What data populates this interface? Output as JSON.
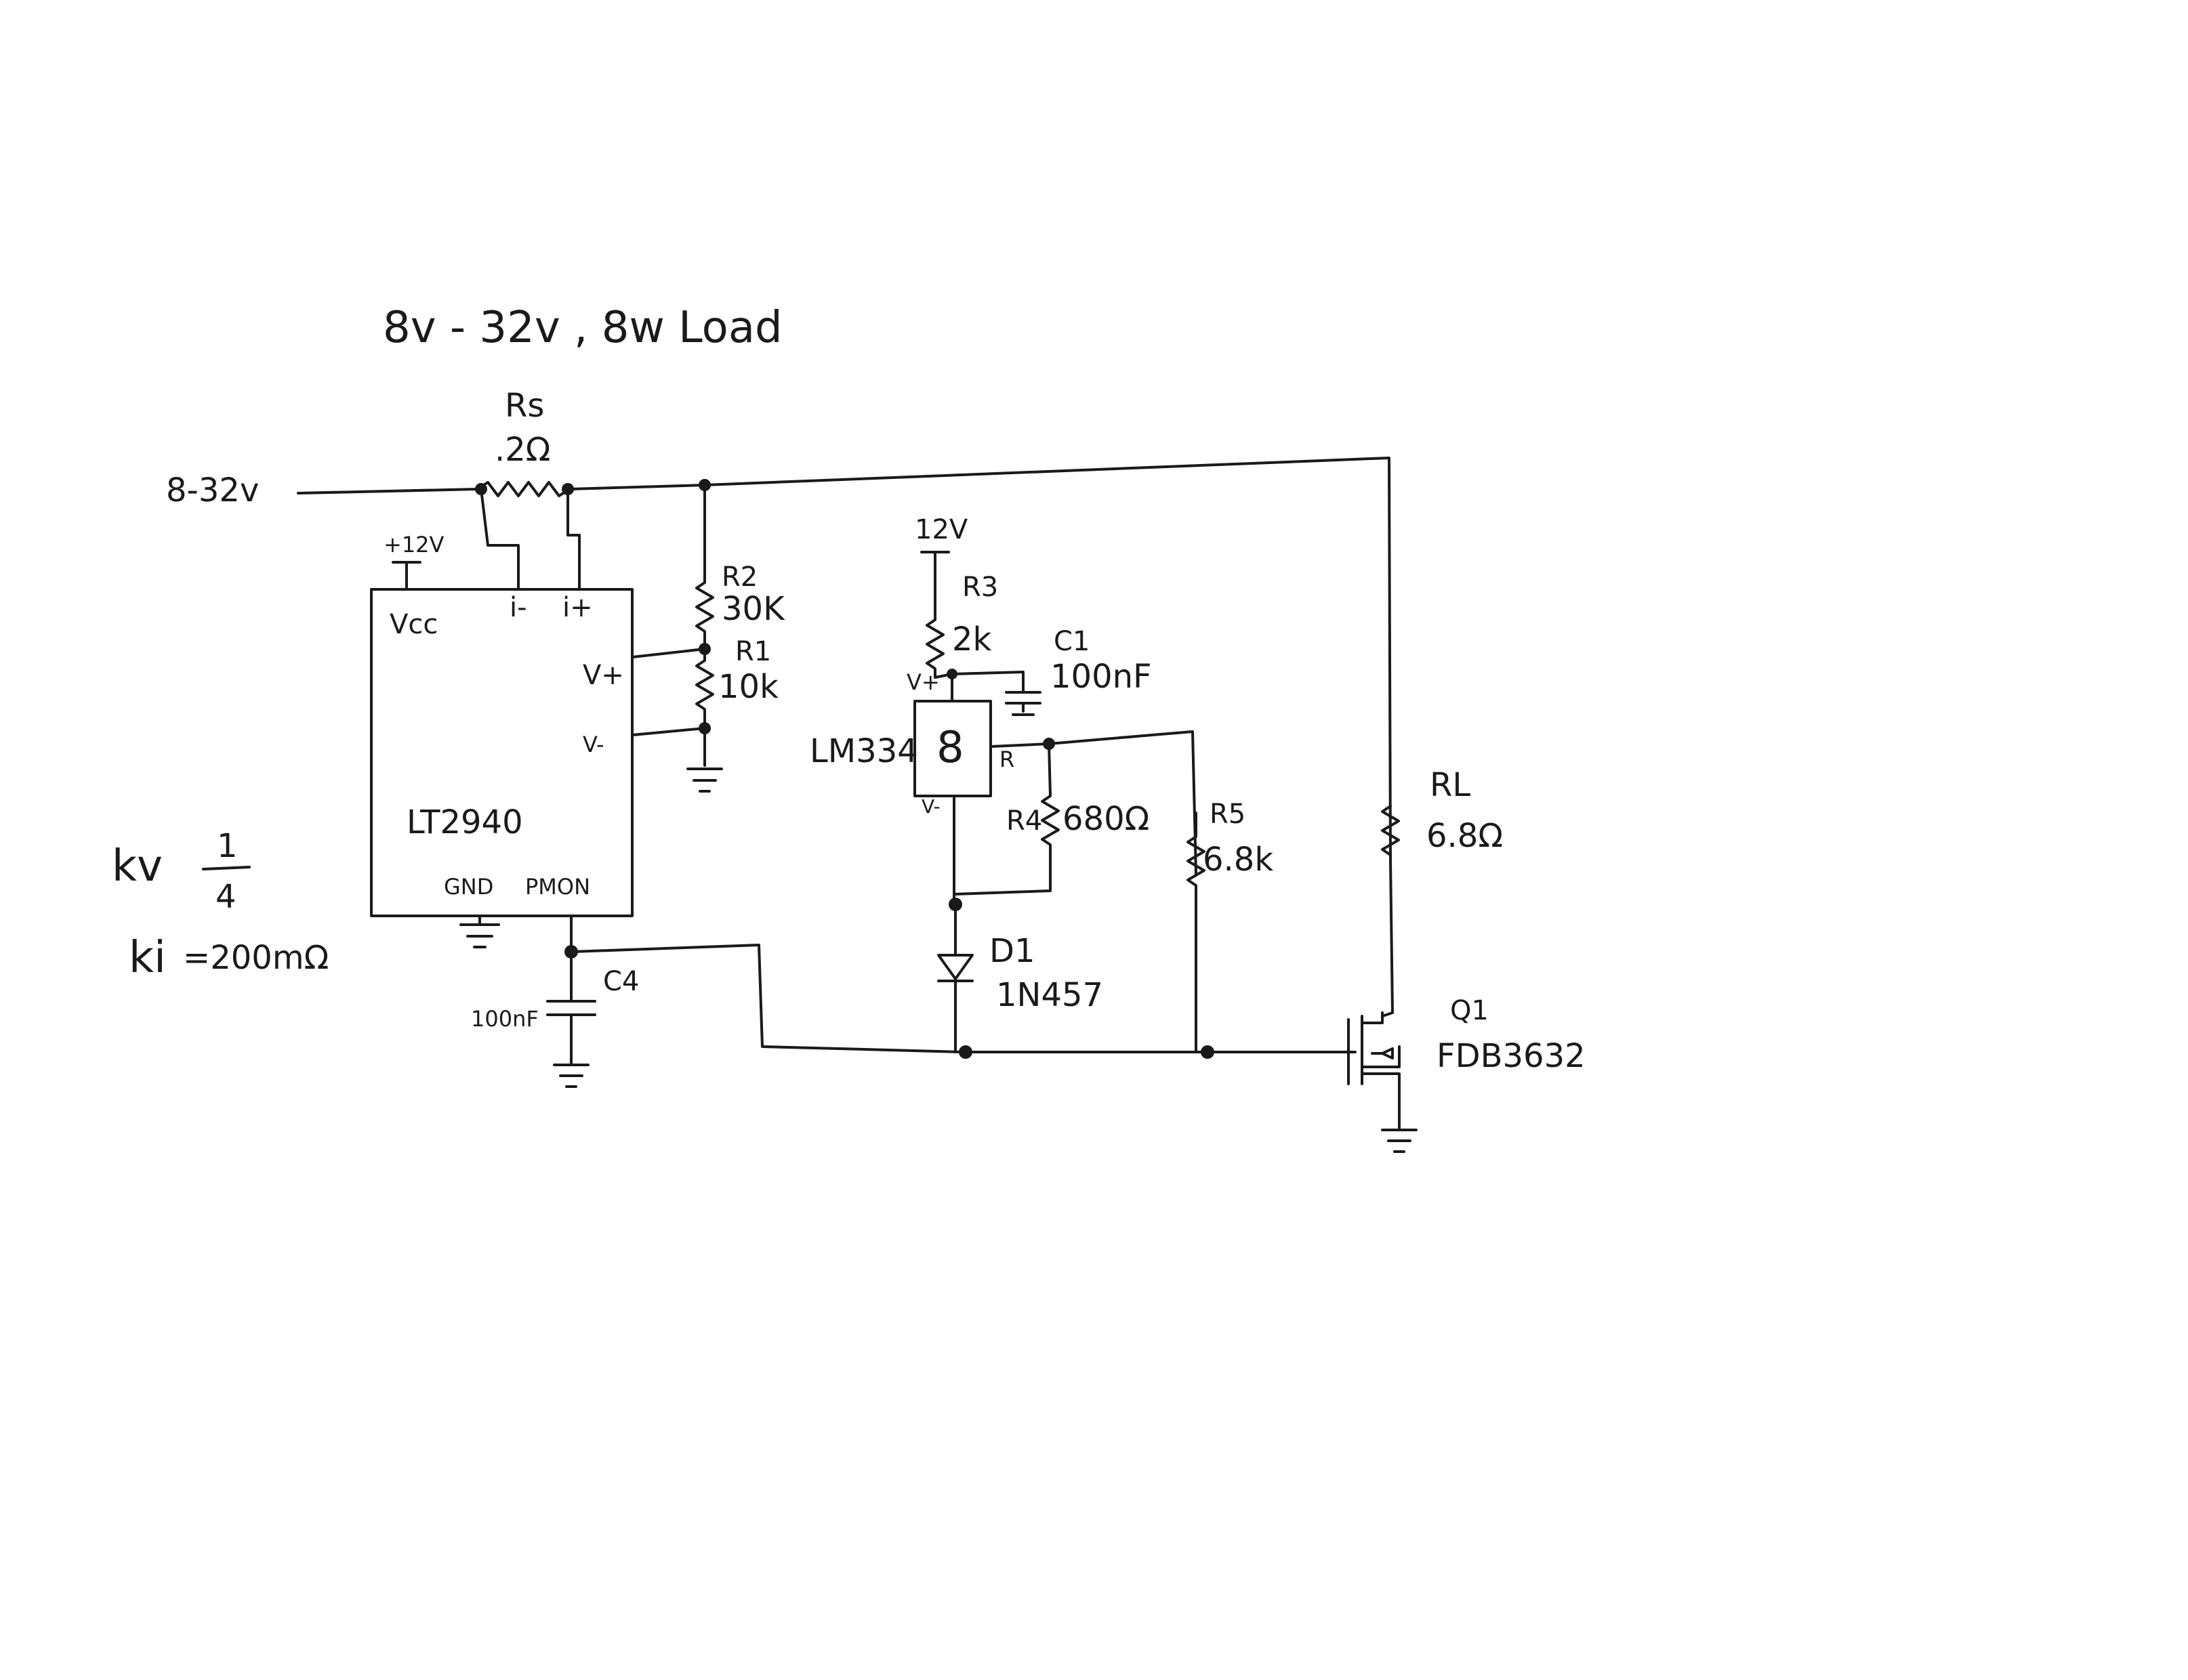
{
  "title": "8v - 32v ,  8w Load",
  "supply": {
    "input_label": "8-32v"
  },
  "sense_resistor": {
    "ref": "Rs",
    "value": ".2Ω"
  },
  "lt2940": {
    "name": "LT2940",
    "supply_label": "+12V",
    "pins": {
      "vcc": "Vcc",
      "i_minus": "i-",
      "i_plus": "i+",
      "v_plus": "V+",
      "v_minus": "V-",
      "gnd": "GND",
      "pmon": "PMON"
    }
  },
  "gains": {
    "kv_label": "kv",
    "kv_num": "1",
    "kv_den": "4",
    "ki_label": "ki",
    "ki_value": "=200mΩ"
  },
  "r2": {
    "ref": "R2",
    "value": "30K"
  },
  "r1": {
    "ref": "R1",
    "value": "10k"
  },
  "c4": {
    "ref": "C4",
    "value": "100nF"
  },
  "lm334": {
    "name": "LM334",
    "supply_label": "12V",
    "pin_vplus": "V+",
    "pin_r": "R",
    "pin_vminus": "V-",
    "symbol": "8"
  },
  "r3": {
    "ref": "R3",
    "value": "2k"
  },
  "c1": {
    "ref": "C1",
    "value": "100nF"
  },
  "r4": {
    "ref": "R4",
    "value": "680Ω"
  },
  "r5": {
    "ref": "R5",
    "value": "6.8k"
  },
  "d1": {
    "ref": "D1",
    "part": "1N457"
  },
  "rl": {
    "ref": "RL",
    "value": "6.8Ω"
  },
  "q1": {
    "ref": "Q1",
    "part": "FDB3632"
  }
}
